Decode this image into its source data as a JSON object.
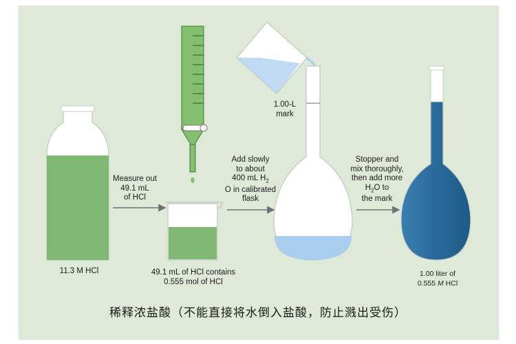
{
  "steps": {
    "stock_label": "11.3 M HCl",
    "measure_label": [
      "Measure out",
      "49.1 mL",
      "of HCl"
    ],
    "beaker_label": [
      "49.1 mL of HCl contains",
      "0.555 mol of HCl"
    ],
    "add_label": [
      "Add slowly",
      "to about",
      "400 mL H",
      "O in calibrated",
      "flask"
    ],
    "add_sub": "2",
    "mark_label": [
      "1.00-L",
      "mark"
    ],
    "stopper_label": [
      "Stopper and",
      "mix thoroughly,",
      "then add more",
      "H",
      "O to",
      "the mark"
    ],
    "stopper_sub": "2",
    "final_label_1": "1.00 liter of",
    "final_label_2_num": "0.555 ",
    "final_label_2_unit": "M",
    "final_label_2_rest": " HCl"
  },
  "caption": "稀释浓盐酸（不能直接将水倒入盐酸，防止溅出受伤）",
  "colors": {
    "background": "#dfe9d8",
    "hcl_green": "#7fb872",
    "water_blue": "#a9cdee",
    "solution_blue": "#2f73a4",
    "arrow": "#6e7074"
  }
}
